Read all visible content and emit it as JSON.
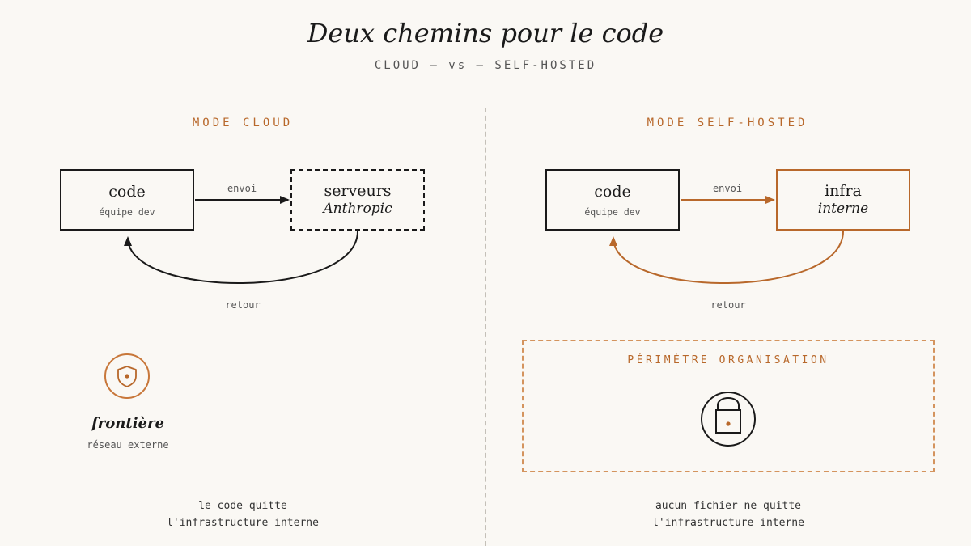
{
  "title": "Deux chemins pour le code",
  "subtitle": "CLOUD — vs — SELF-HOSTED",
  "colors": {
    "accent": "#b8682b",
    "ink": "#1a1a1a",
    "muted": "#555555",
    "background": "#faf8f4"
  },
  "cloud": {
    "mode_label": "MODE CLOUD",
    "source_box": {
      "title": "code",
      "sub": "équipe dev"
    },
    "target_box": {
      "title": "serveurs",
      "italic": "Anthropic"
    },
    "send_label": "envoi",
    "return_label": "retour",
    "frontier": {
      "icon": "shield-icon",
      "title": "frontière",
      "sub": "réseau externe"
    },
    "caption": {
      "line1": "le code quitte",
      "line2": "l'infrastructure interne"
    }
  },
  "selfhosted": {
    "mode_label": "MODE SELF-HOSTED",
    "source_box": {
      "title": "code",
      "sub": "équipe dev"
    },
    "target_box": {
      "title": "infra",
      "italic": "interne"
    },
    "send_label": "envoi",
    "return_label": "retour",
    "perimeter": {
      "label": "PÉRIMÈTRE ORGANISATION",
      "icon": "lock-icon"
    },
    "caption": {
      "line1": "aucun fichier ne quitte",
      "line2": "l'infrastructure interne"
    }
  }
}
